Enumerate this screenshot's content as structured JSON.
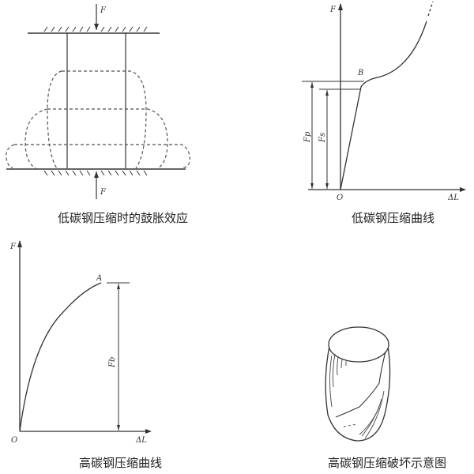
{
  "panels": [
    {
      "id": "bulging",
      "caption": "低碳钢压缩时的鼓胀效应",
      "labels": {
        "force_top": "F",
        "force_bottom": "F"
      }
    },
    {
      "id": "low_carbon_curve",
      "caption": "低碳钢压缩曲线",
      "labels": {
        "y_axis": "F",
        "x_axis": "ΔL",
        "origin": "O",
        "point": "B",
        "dim_outer": "Fp",
        "dim_inner": "Fs"
      }
    },
    {
      "id": "high_carbon_curve",
      "caption": "高碳钢压缩曲线",
      "labels": {
        "y_axis": "F",
        "x_axis": "ΔL",
        "origin": "O",
        "point": "A",
        "dim": "Fb"
      }
    },
    {
      "id": "high_carbon_failure",
      "caption": "高碳钢压缩破坏示意图"
    }
  ],
  "colors": {
    "line": "#333333",
    "dash": "#555555",
    "text": "#222222"
  }
}
